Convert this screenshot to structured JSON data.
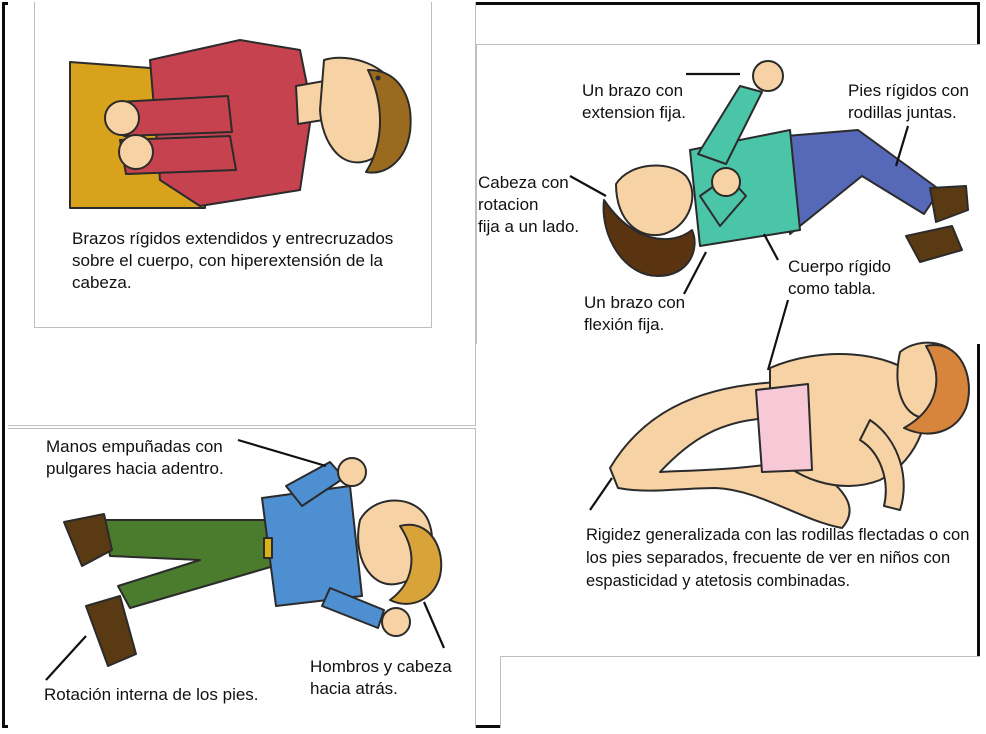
{
  "figures": {
    "top_left": {
      "caption": "Brazos rígidos extendidos y entrecruzados\nsobre el cuerpo, con hiperextensión de la\ncabeza."
    },
    "top_right": {
      "label_arm_extension": "Un brazo con\nextension fija.",
      "label_feet": "Pies rígidos con\nrodillas juntas.",
      "label_head": "Cabeza con\nrotacion\nfija a un lado.",
      "label_body": "Cuerpo rígido\ncomo tabla.",
      "label_arm_flexion": "Un brazo con\nflexión fija."
    },
    "bottom_left": {
      "label_hands": "Manos empuñadas con\npulgares hacia adentro.",
      "label_feet": "Rotación interna de los pies.",
      "label_shoulders": "Hombros y cabeza\nhacia atrás."
    },
    "bottom_right": {
      "caption": "Rigidez generalizada con las rodillas flectadas o con\nlos pies separados, frecuente de ver en niños con\nespasticidad y atetosis combinadas."
    }
  },
  "colors": {
    "skin": "#f6d2a4",
    "red_shirt": "#c7424f",
    "yellow_pants": "#d8a21c",
    "teal_shirt": "#4bc5a8",
    "blue_pants": "#5668b8",
    "blue_shirt": "#4d8fd0",
    "green_pants": "#4b7b2d",
    "pink_diaper": "#f7c9d6",
    "hair_dark": "#5a3311",
    "hair_brown": "#9a6a1e",
    "hair_orange": "#d7853d",
    "hair_blond": "#d8a43a",
    "shoe": "#5a3a12"
  }
}
